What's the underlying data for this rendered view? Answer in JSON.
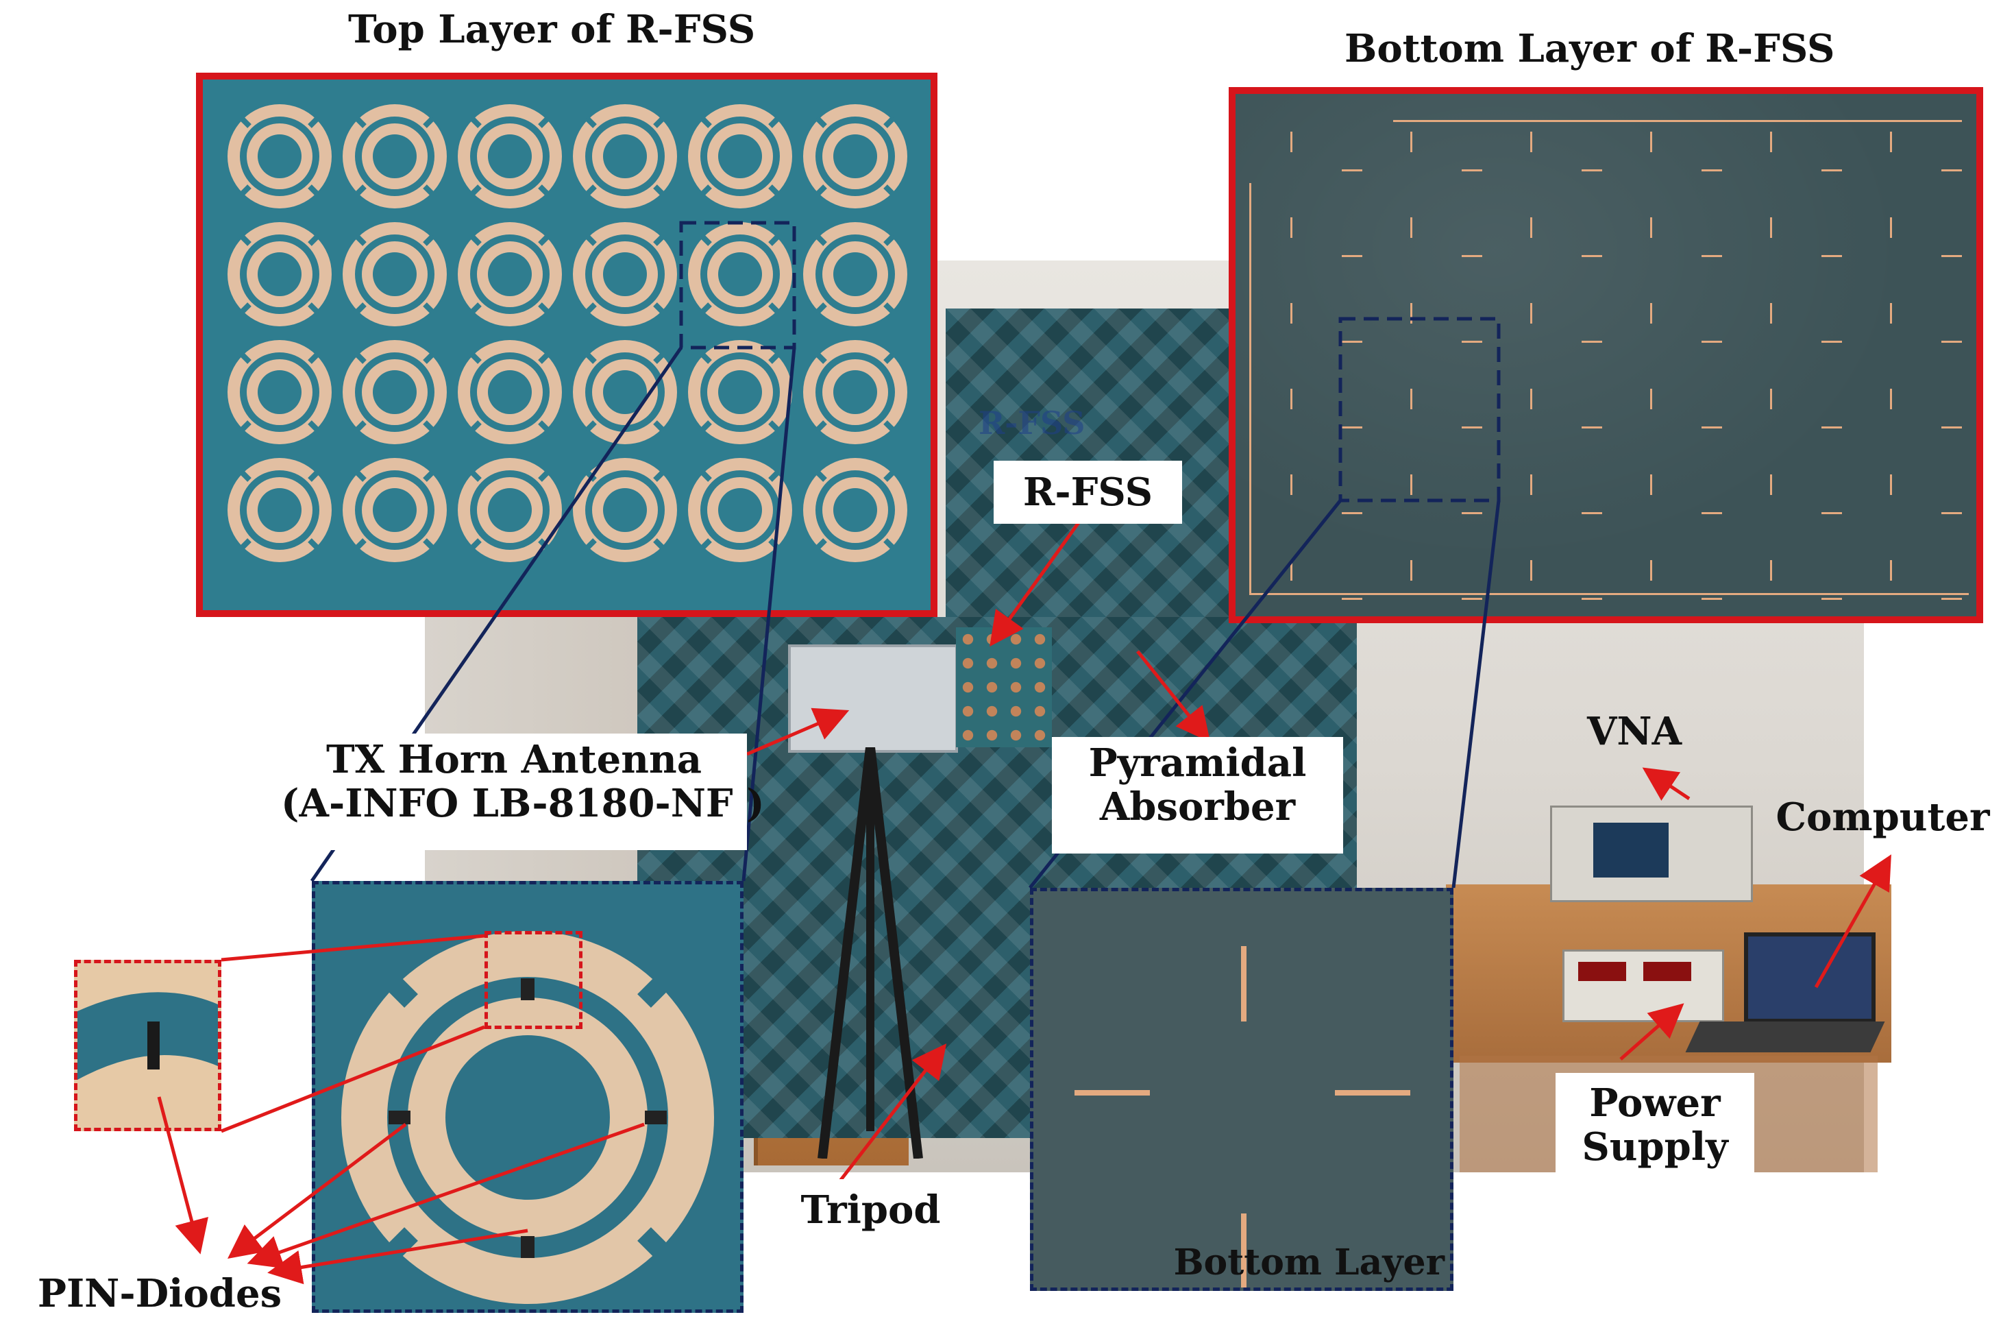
{
  "titles": {
    "top_layer": "Top Layer of R-FSS",
    "bottom_layer": "Bottom Layer of R-FSS"
  },
  "labels": {
    "rfss": "R-FSS",
    "rfss_faint": "R-FSS",
    "tx_horn_line1": "TX Horn Antenna",
    "tx_horn_line2": "(A-INFO LB-8180-NF )",
    "pyramidal_line1": "Pyramidal",
    "pyramidal_line2": "Absorber",
    "vna": "VNA",
    "computer": "Computer",
    "power_line1": "Power",
    "power_line2": "Supply",
    "tripod": "Tripod",
    "pin_diodes": "PIN-Diodes",
    "bottom_layer_inset": "Bottom Layer"
  },
  "colors": {
    "frame_red": "#d6151b",
    "dashed_navy": "#13245a",
    "substrate_teal": "#2f7d8f",
    "copper": "#e2bfa2",
    "arrow_red": "#e01a1a"
  }
}
